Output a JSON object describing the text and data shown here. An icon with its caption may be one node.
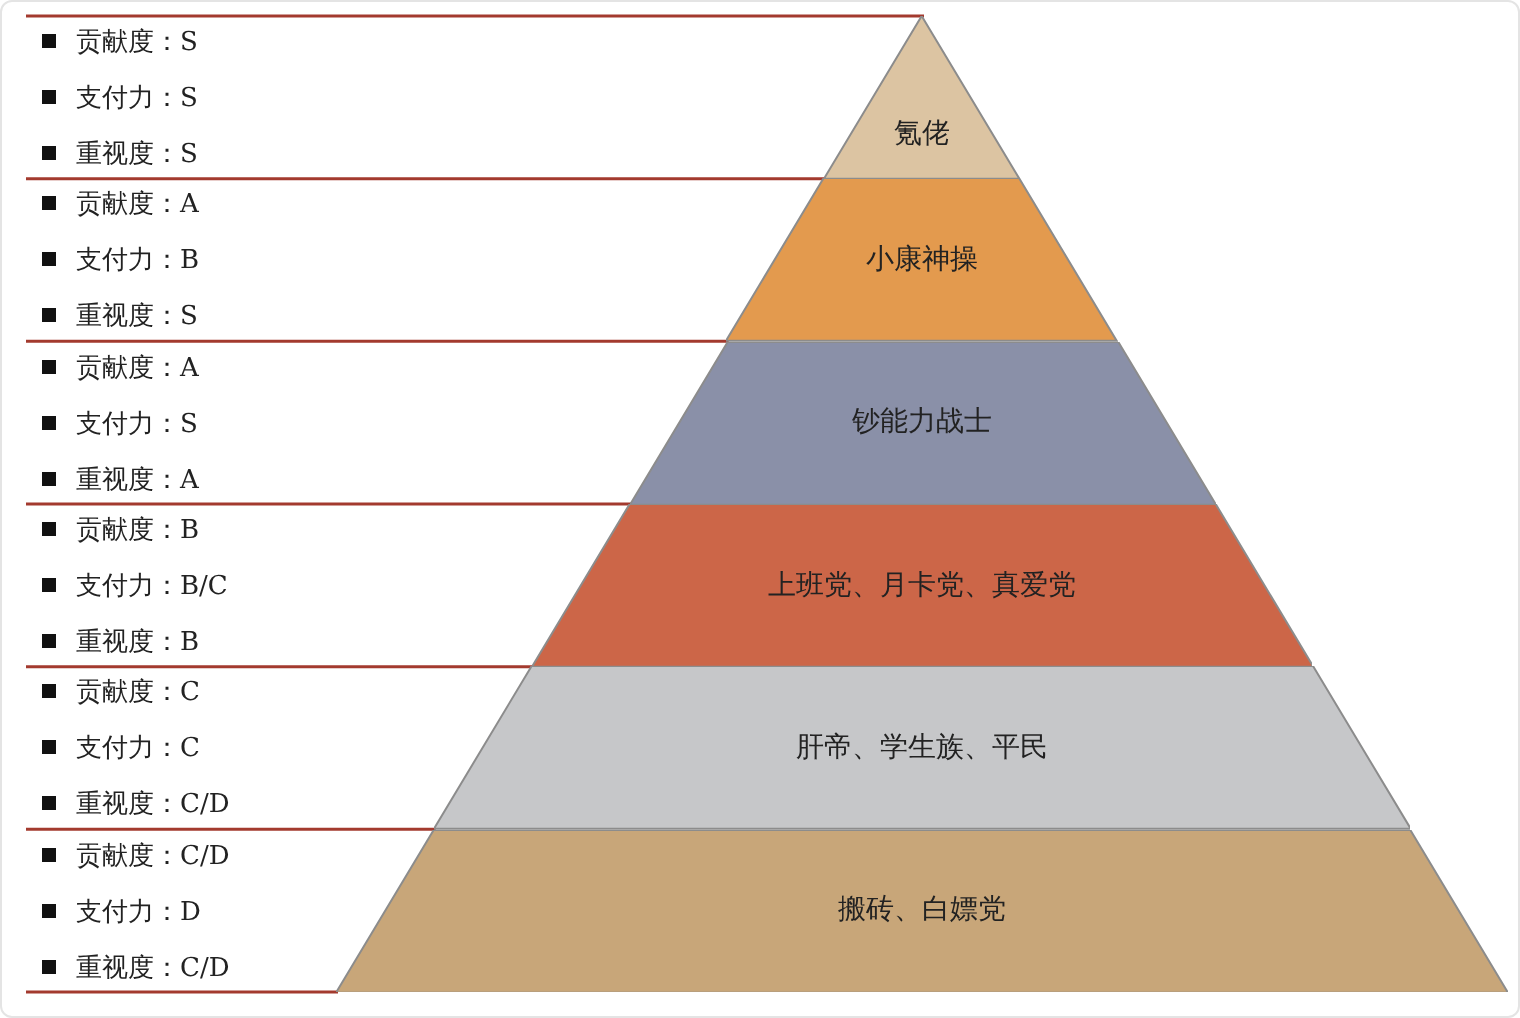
{
  "diagram": {
    "nodes": [
      {
        "text": [
          "氪佬"
        ],
        "beside": [
          "贡献度：S",
          "支付力：S",
          "重视度：S"
        ]
      },
      {
        "text": [
          "小康神操"
        ],
        "beside": [
          "贡献度：A",
          "支付力：B",
          "重视度：S"
        ]
      },
      {
        "text": [
          "钞能力战士"
        ],
        "beside": [
          "贡献度：A",
          "支付力：S",
          "重视度：A"
        ]
      },
      {
        "text": [
          "上班党、月卡党、真爱党"
        ],
        "beside": [
          "贡献度：B",
          "支付力：B/C",
          "重视度：B"
        ]
      },
      {
        "text": [
          "肝帝、学生族、平民"
        ],
        "beside": [
          "贡献度：C",
          "支付力：C",
          "重视度：C/D"
        ]
      },
      {
        "text": [
          "搬砖、白嫖党"
        ],
        "beside": [
          "贡献度：C/D",
          "支付力：D",
          "重视度：C/D"
        ]
      }
    ]
  }
}
